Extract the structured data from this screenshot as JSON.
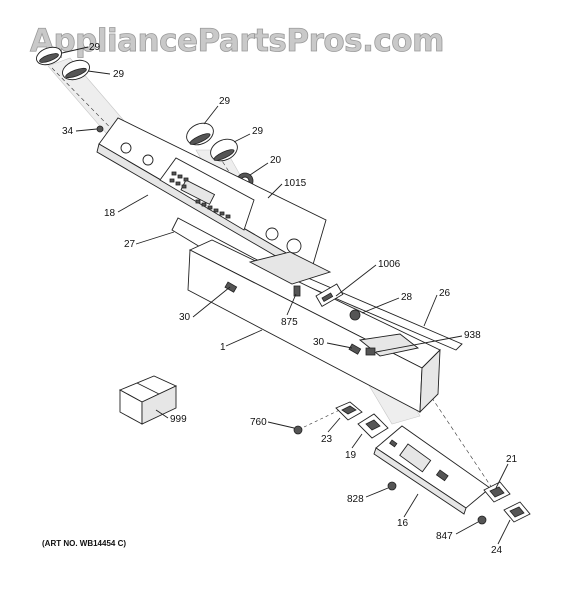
{
  "watermark": "AppliancePartsPros.com",
  "art_number": "(ART NO. WB14454 C)",
  "callouts": [
    {
      "id": "29a",
      "text": "29"
    },
    {
      "id": "29b",
      "text": "29"
    },
    {
      "id": "29c",
      "text": "29"
    },
    {
      "id": "29d",
      "text": "29"
    },
    {
      "id": "34",
      "text": "34"
    },
    {
      "id": "20",
      "text": "20"
    },
    {
      "id": "1015",
      "text": "1015"
    },
    {
      "id": "18",
      "text": "18"
    },
    {
      "id": "27",
      "text": "27"
    },
    {
      "id": "1006",
      "text": "1006"
    },
    {
      "id": "26",
      "text": "26"
    },
    {
      "id": "28",
      "text": "28"
    },
    {
      "id": "30a",
      "text": "30"
    },
    {
      "id": "875",
      "text": "875"
    },
    {
      "id": "938",
      "text": "938"
    },
    {
      "id": "30b",
      "text": "30"
    },
    {
      "id": "1",
      "text": "1"
    },
    {
      "id": "999",
      "text": "999"
    },
    {
      "id": "760",
      "text": "760"
    },
    {
      "id": "23",
      "text": "23"
    },
    {
      "id": "19",
      "text": "19"
    },
    {
      "id": "21",
      "text": "21"
    },
    {
      "id": "828",
      "text": "828"
    },
    {
      "id": "16",
      "text": "16"
    },
    {
      "id": "847",
      "text": "847"
    },
    {
      "id": "24",
      "text": "24"
    }
  ]
}
